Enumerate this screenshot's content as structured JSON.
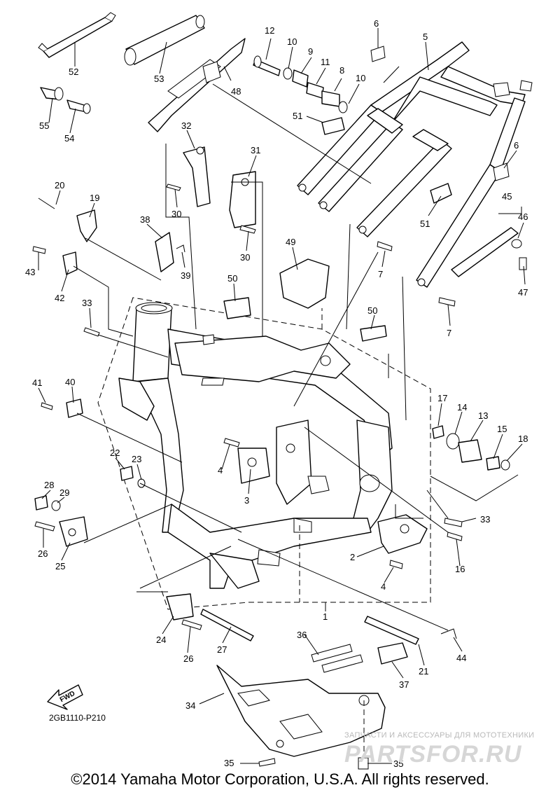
{
  "diagram_code": "2GB1110-P210",
  "copyright": "©2014 Yamaha Motor Corporation, U.S.A. All rights reserved.",
  "fwd_label": "FWD",
  "watermark": {
    "subtitle": "ЗАПЧАСТИ И АКСЕССУАРЫ ДЛЯ МОТОТЕХНИКИ",
    "logo": "PARTSFOR.RU"
  },
  "callouts": {
    "c1": "1",
    "c2": "2",
    "c3": "3",
    "c4a": "4",
    "c4b": "4",
    "c5": "5",
    "c6a": "6",
    "c6b": "6",
    "c7a": "7",
    "c7b": "7",
    "c8": "8",
    "c9": "9",
    "c10a": "10",
    "c10b": "10",
    "c11": "11",
    "c12": "12",
    "c13": "13",
    "c14": "14",
    "c15": "15",
    "c16": "16",
    "c17": "17",
    "c18": "18",
    "c19": "19",
    "c20": "20",
    "c21": "21",
    "c22": "22",
    "c23": "23",
    "c24": "24",
    "c25": "25",
    "c26a": "26",
    "c26b": "26",
    "c27": "27",
    "c28": "28",
    "c29": "29",
    "c30a": "30",
    "c30b": "30",
    "c31": "31",
    "c32": "32",
    "c33a": "33",
    "c33b": "33",
    "c34": "34",
    "c35a": "35",
    "c35b": "35",
    "c36": "36",
    "c37": "37",
    "c38": "38",
    "c39": "39",
    "c40": "40",
    "c41": "41",
    "c42": "42",
    "c43": "43",
    "c44": "44",
    "c45": "45",
    "c46": "46",
    "c47": "47",
    "c48": "48",
    "c49": "49",
    "c50a": "50",
    "c50b": "50",
    "c51a": "51",
    "c51b": "51",
    "c52": "52",
    "c53": "53",
    "c54": "54",
    "c55": "55"
  }
}
